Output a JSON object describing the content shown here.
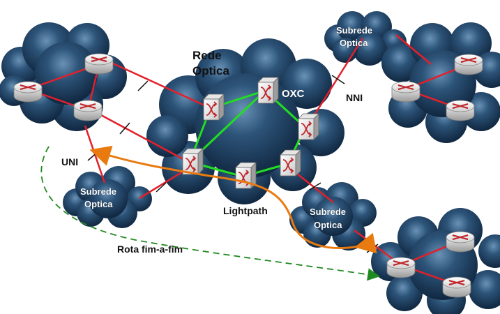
{
  "labels": {
    "rede_optica": [
      "Rede",
      "Optica"
    ],
    "oxc": "OXC",
    "nni": "NNI",
    "uni": "UNI",
    "lightpath": "Lightpath",
    "rota": "Rota fim-a-fim",
    "subrede": [
      "Subrede",
      "Optica"
    ]
  },
  "colors": {
    "cloud_dark": "#102a47",
    "cloud_mid": "#2d5479",
    "cloud_light": "#5b83a8",
    "link_red": "#e3202a",
    "link_green": "#22dd22",
    "lightpath_orange": "#e87a10",
    "route_dashed": "#1f8a1f",
    "cut_mark": "#111111"
  }
}
